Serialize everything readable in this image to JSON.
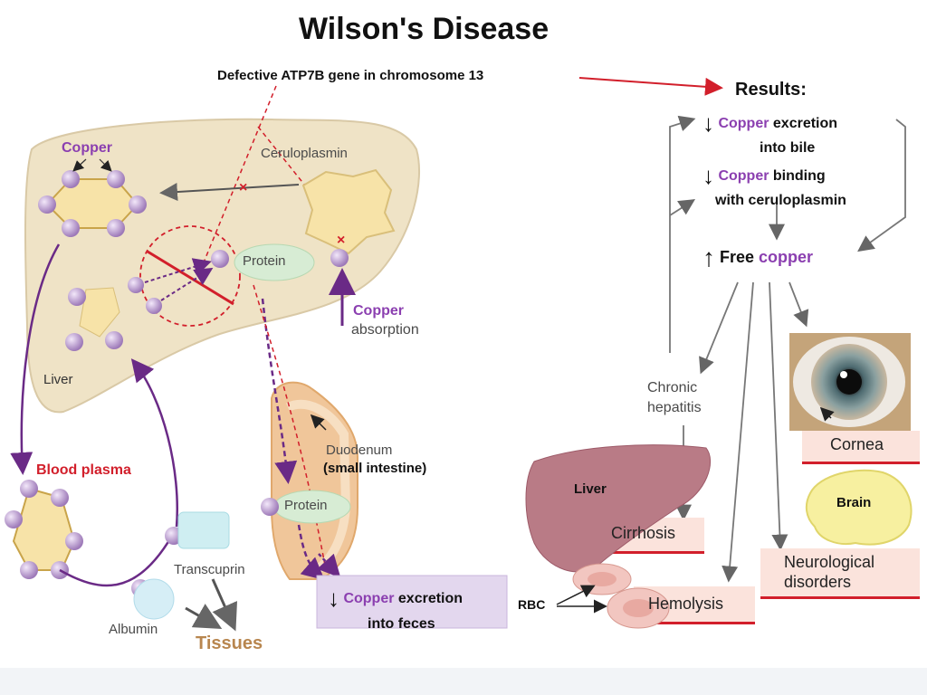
{
  "title": "Wilson's Disease",
  "defect": "Defective ATP7B gene in chromosome 13",
  "results": {
    "heading": "Results:",
    "item1": {
      "arrow": "↓",
      "word": "Copper",
      "rest_line1": " excretion",
      "line2": "into bile"
    },
    "item2": {
      "arrow": "↓",
      "word": "Copper",
      "rest_line1": " binding",
      "line2": "with ceruloplasmin"
    },
    "item3": {
      "arrow": "↑",
      "pre": "Free ",
      "word": "copper"
    }
  },
  "liver_diagram": {
    "copper": "Copper",
    "ceruloplasmin": "Ceruloplasmin",
    "protein": "Protein",
    "copper_absorption_1": "Copper",
    "copper_absorption_2": "absorption",
    "liver": "Liver",
    "blood_plasma": "Blood plasma",
    "duodenum": "Duodenum",
    "small_intestine": "(small intestine)",
    "protein2": "Protein",
    "transcuprin": "Transcuprin",
    "albumin": "Albumin",
    "tissues": "Tissues",
    "feces": {
      "arrow": "↓",
      "word": "Copper",
      "rest_line1": " excretion",
      "line2": "into feces"
    }
  },
  "effects": {
    "chronic_hepatitis_1": "Chronic",
    "chronic_hepatitis_2": "hepatitis",
    "liver": "Liver",
    "cirrhosis": "Cirrhosis",
    "rbc": "RBC",
    "hemolysis": "Hemolysis",
    "cornea": "Cornea",
    "brain": "Brain",
    "neuro_1": "Neurological",
    "neuro_2": "disorders"
  },
  "colors": {
    "purple": "#8b3fb0",
    "red": "#d21f2b",
    "liver_fill": "#efe3c6",
    "label_bg": "#fbe3dc",
    "feces_bg": "#e3d7ee"
  }
}
